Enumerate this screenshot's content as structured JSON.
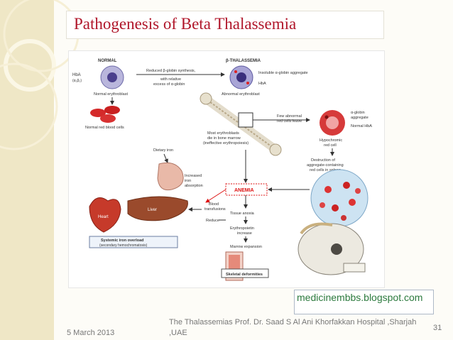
{
  "title": "Pathogenesis of Beta Thalassemia",
  "diagram": {
    "normal": "NORMAL",
    "beta_thal": "β-THALASSEMIA",
    "hba_left": "HbA",
    "hba_left_sub": "(α₂β₂)",
    "reduced": "Reduced β-globin synthesis,",
    "with_relative": "with relative",
    "excess": "excess of α-globin",
    "insoluble": "Insoluble α-globin aggregate",
    "hba_right": "HbA",
    "normal_erythroblast": "Normal erythroblast",
    "abnormal_erythroblast": "Abnormal erythroblast",
    "normal_rbc": "Normal red blood cells",
    "few_abnormal_1": "Few abnormal",
    "few_abnormal_2": "red cells leave",
    "alpha_globin_1": "α-globin",
    "alpha_globin_2": "aggregate",
    "normal_hba": "Normal HbA",
    "most_1": "Most erythroblasts",
    "most_2": "die in bone marrow",
    "most_3": "(ineffective erythropoiesis)",
    "hypochromic_1": "Hypochromic",
    "hypochromic_2": "red cell",
    "dietary_iron": "Dietary iron",
    "increased_1": "Increased",
    "increased_2": "iron",
    "increased_3": "absorption",
    "destruction_1": "Destruction of",
    "destruction_2": "aggregate-containing",
    "destruction_3": "red cells in spleen",
    "anemia": "ANEMIA",
    "blood_1": "Blood",
    "blood_2": "transfusions",
    "liver": "Liver",
    "heart": "Heart",
    "reduce": "Reduce",
    "tissue_anoxia": "Tissue anoxia",
    "epo_1": "Erythropoietin",
    "epo_2": "increase",
    "marrow_expansion": "Marrow expansion",
    "systemic_1": "Systemic iron overload",
    "systemic_2": "(secondary hemochromatosis)",
    "skeletal": "Skeletal deformities"
  },
  "watermark": "medicinembbs.blogspot.com",
  "footer": {
    "date": "5 March 2013",
    "text": "The Thalassemias   Prof. Dr. Saad S Al Ani   Khorfakkan Hospital ,Sharjah ,UAE",
    "page": "31"
  }
}
